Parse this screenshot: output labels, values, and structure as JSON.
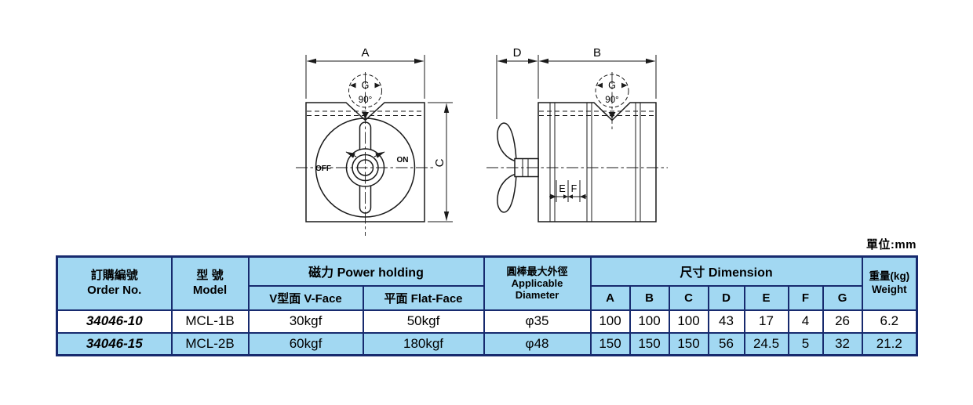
{
  "unit_label": "單位:mm",
  "diagram": {
    "dim_a": "A",
    "dim_b": "B",
    "dim_c": "C",
    "dim_d": "D",
    "dim_e": "E",
    "dim_f": "F",
    "dim_g": "G",
    "angle": "90°",
    "off": "OFF",
    "on": "ON"
  },
  "table": {
    "header": {
      "order_zh": "訂購編號",
      "order_en": "Order No.",
      "model_zh": "型 號",
      "model_en": "Model",
      "power": "磁力 Power holding",
      "v_face": "V型面 V-Face",
      "flat_face": "平面 Flat-Face",
      "diameter_zh": "圓棒最大外徑",
      "diameter_en1": "Applicable",
      "diameter_en2": "Diameter",
      "dimension": "尺寸 Dimension",
      "dims": [
        "A",
        "B",
        "C",
        "D",
        "E",
        "F",
        "G"
      ],
      "weight_zh": "重量(kg)",
      "weight_en": "Weight"
    },
    "rows": [
      {
        "order": "34046-10",
        "model": "MCL-1B",
        "v_face": "30kgf",
        "flat_face": "50kgf",
        "diameter": "φ35",
        "dims": [
          "100",
          "100",
          "100",
          "43",
          "17",
          "4",
          "26"
        ],
        "weight": "6.2"
      },
      {
        "order": "34046-15",
        "model": "MCL-2B",
        "v_face": "60kgf",
        "flat_face": "180kgf",
        "diameter": "φ48",
        "dims": [
          "150",
          "150",
          "150",
          "56",
          "24.5",
          "5",
          "32"
        ],
        "weight": "21.2"
      }
    ]
  },
  "colors": {
    "table_border": "#172a6e",
    "header_bg": "#a2d8f2",
    "row_white_bg": "#ffffff",
    "row_blue_bg": "#a2d8f2",
    "line_color": "#1a1a1a"
  }
}
